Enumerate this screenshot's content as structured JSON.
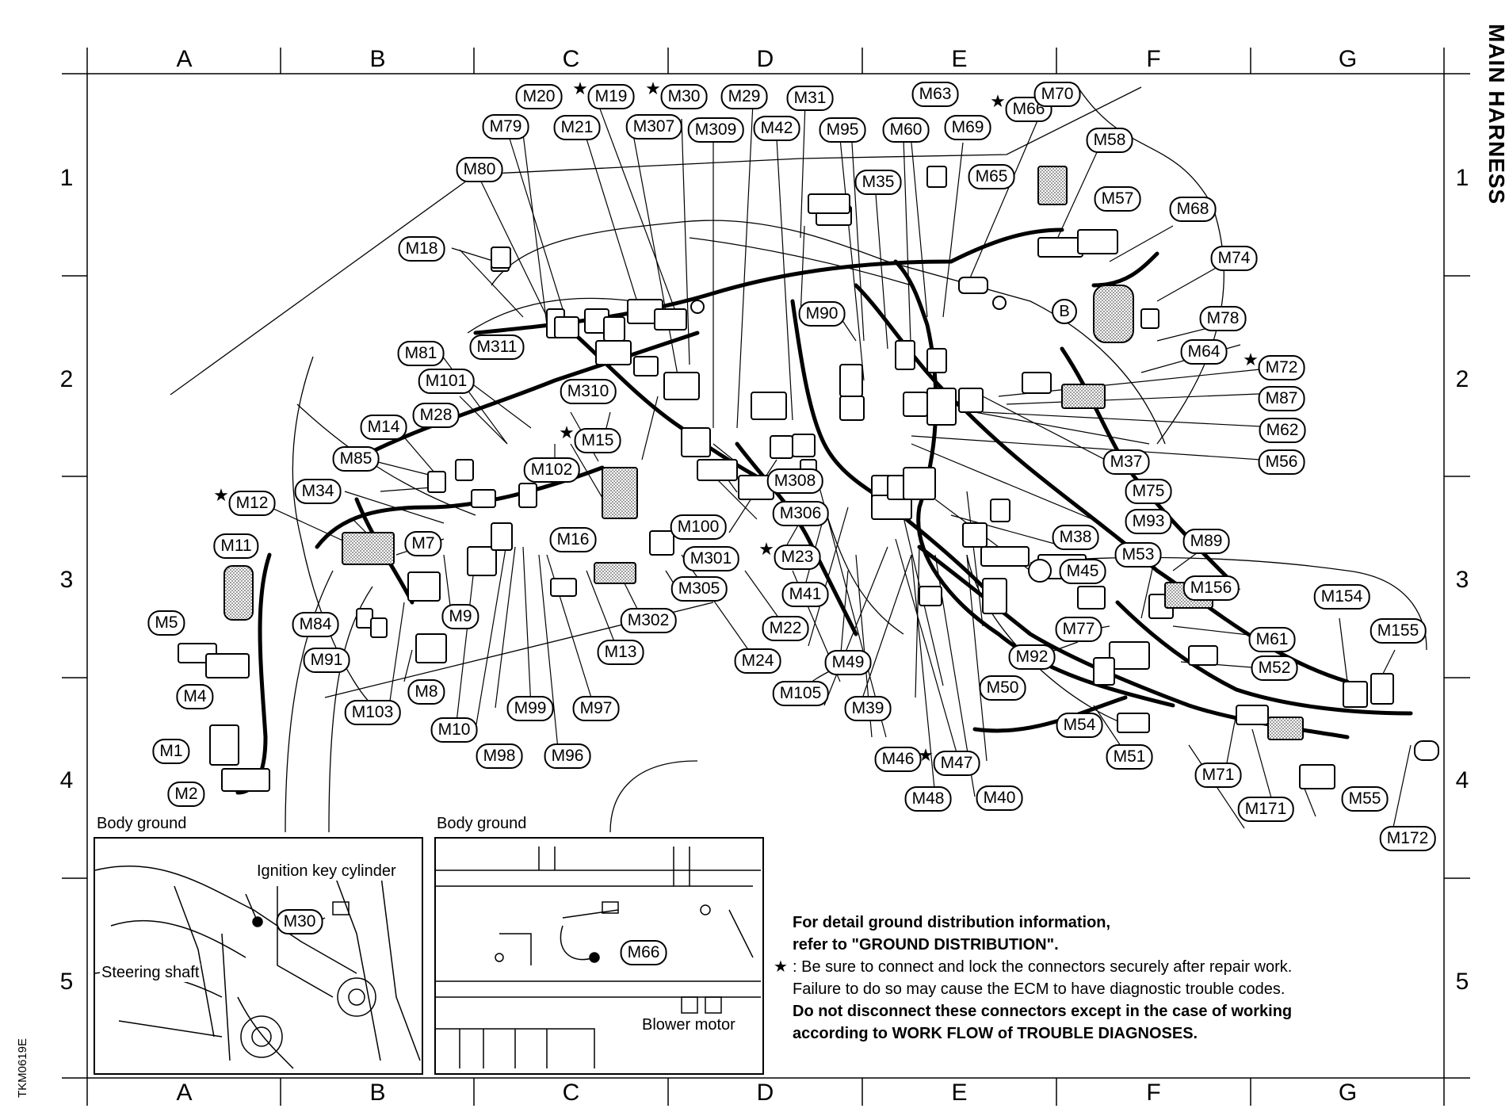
{
  "title": "MAIN HARNESS",
  "figure_code": "TKM0619E",
  "columns": [
    "A",
    "B",
    "C",
    "D",
    "E",
    "F",
    "G"
  ],
  "rows": [
    "1",
    "2",
    "3",
    "4",
    "5"
  ],
  "connectors": [
    {
      "id": "M20"
    },
    {
      "id": "M19",
      "star": true
    },
    {
      "id": "M30",
      "star": true
    },
    {
      "id": "M29"
    },
    {
      "id": "M31"
    },
    {
      "id": "M63"
    },
    {
      "id": "M66",
      "star": true
    },
    {
      "id": "M70"
    },
    {
      "id": "M79"
    },
    {
      "id": "M21"
    },
    {
      "id": "M307"
    },
    {
      "id": "M309"
    },
    {
      "id": "M42"
    },
    {
      "id": "M95"
    },
    {
      "id": "M60"
    },
    {
      "id": "M69"
    },
    {
      "id": "M58"
    },
    {
      "id": "M80"
    },
    {
      "id": "M35"
    },
    {
      "id": "M65"
    },
    {
      "id": "M57"
    },
    {
      "id": "M68"
    },
    {
      "id": "M18"
    },
    {
      "id": "M74"
    },
    {
      "id": "M90"
    },
    {
      "id": "M78"
    },
    {
      "id": "M81"
    },
    {
      "id": "M311"
    },
    {
      "id": "M64"
    },
    {
      "id": "M72",
      "star": true
    },
    {
      "id": "M101"
    },
    {
      "id": "M310"
    },
    {
      "id": "M87"
    },
    {
      "id": "M14"
    },
    {
      "id": "M28"
    },
    {
      "id": "M15",
      "star": true
    },
    {
      "id": "M62"
    },
    {
      "id": "M37"
    },
    {
      "id": "M56"
    },
    {
      "id": "M85"
    },
    {
      "id": "M102"
    },
    {
      "id": "M308"
    },
    {
      "id": "M75"
    },
    {
      "id": "M34"
    },
    {
      "id": "M306"
    },
    {
      "id": "M93"
    },
    {
      "id": "M12",
      "star": true
    },
    {
      "id": "M100"
    },
    {
      "id": "M38"
    },
    {
      "id": "M89"
    },
    {
      "id": "M11"
    },
    {
      "id": "M7"
    },
    {
      "id": "M16"
    },
    {
      "id": "M23",
      "star": true
    },
    {
      "id": "M53"
    },
    {
      "id": "M301"
    },
    {
      "id": "M45"
    },
    {
      "id": "M156"
    },
    {
      "id": "M154"
    },
    {
      "id": "M305"
    },
    {
      "id": "M41"
    },
    {
      "id": "M5"
    },
    {
      "id": "M84"
    },
    {
      "id": "M9"
    },
    {
      "id": "M302"
    },
    {
      "id": "M77"
    },
    {
      "id": "M155"
    },
    {
      "id": "M22"
    },
    {
      "id": "M61"
    },
    {
      "id": "M91"
    },
    {
      "id": "M13"
    },
    {
      "id": "M92"
    },
    {
      "id": "M52"
    },
    {
      "id": "M24"
    },
    {
      "id": "M49"
    },
    {
      "id": "M8"
    },
    {
      "id": "M4"
    },
    {
      "id": "M105"
    },
    {
      "id": "M50"
    },
    {
      "id": "M103"
    },
    {
      "id": "M99"
    },
    {
      "id": "M97"
    },
    {
      "id": "M39"
    },
    {
      "id": "M54"
    },
    {
      "id": "M10"
    },
    {
      "id": "M1"
    },
    {
      "id": "M98"
    },
    {
      "id": "M96"
    },
    {
      "id": "M51"
    },
    {
      "id": "M46"
    },
    {
      "id": "M47",
      "star": true
    },
    {
      "id": "M71"
    },
    {
      "id": "M2"
    },
    {
      "id": "M55"
    },
    {
      "id": "M171"
    },
    {
      "id": "M48"
    },
    {
      "id": "M40"
    },
    {
      "id": "M172"
    }
  ],
  "junction_label": "B",
  "insets": [
    {
      "title": "Body ground",
      "connector": "M30",
      "labels": [
        "Ignition key cylinder",
        "Steering shaft"
      ]
    },
    {
      "title": "Body ground",
      "connector": "M66",
      "labels": [
        "Blower motor"
      ]
    }
  ],
  "notes": {
    "line1": "For detail ground distribution information,",
    "line2": "refer to \"GROUND DISTRIBUTION\".",
    "star_symbol": "★",
    "line3": ": Be sure to connect and lock the connectors securely after repair work.",
    "line4": "Failure to do so may cause the ECM to have diagnostic trouble codes.",
    "line5": "Do not disconnect these connectors except in the case of working",
    "line6": "according to WORK FLOW of TROUBLE DIAGNOSES."
  },
  "colors": {
    "ink": "#000000",
    "paper": "#ffffff",
    "hatch": "#777777"
  }
}
